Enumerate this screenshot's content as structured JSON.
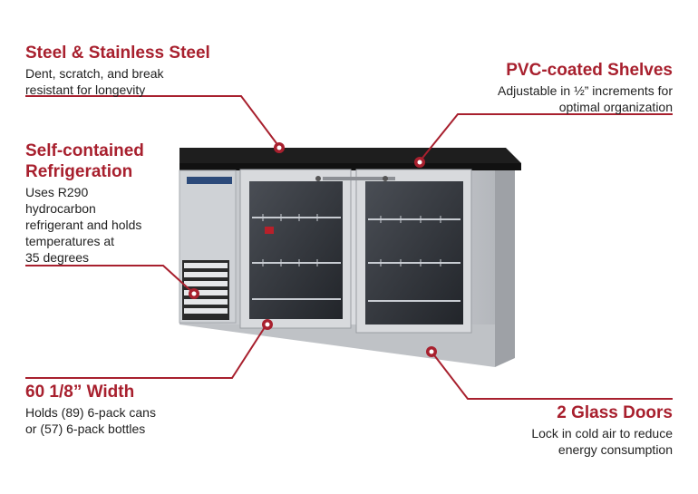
{
  "colors": {
    "accent": "#a8202e",
    "line": "#a8202e",
    "text": "#222222",
    "counter": "#1d1d1d",
    "steel": "#c9cbcf"
  },
  "product": {
    "brand_badge": "True"
  },
  "callouts": {
    "steel": {
      "title": "Steel & Stainless Steel",
      "lines": [
        "Dent, scratch, and break",
        "resistant for longevity"
      ]
    },
    "shelves": {
      "title": "PVC-coated Shelves",
      "lines": [
        "Adjustable in ½” increments for",
        "optimal organization"
      ]
    },
    "refrigeration": {
      "title_lines": [
        "Self-contained",
        "Refrigeration"
      ],
      "lines": [
        "Uses R290",
        "hydrocarbon",
        "refrigerant and holds",
        "temperatures at",
        "35 degrees"
      ]
    },
    "width": {
      "title": "60 1/8” Width",
      "lines": [
        "Holds (89) 6-pack cans",
        "or (57) 6-pack bottles"
      ]
    },
    "doors": {
      "title": "2 Glass Doors",
      "lines": [
        "Lock in cold air to reduce",
        "energy consumption"
      ]
    }
  }
}
